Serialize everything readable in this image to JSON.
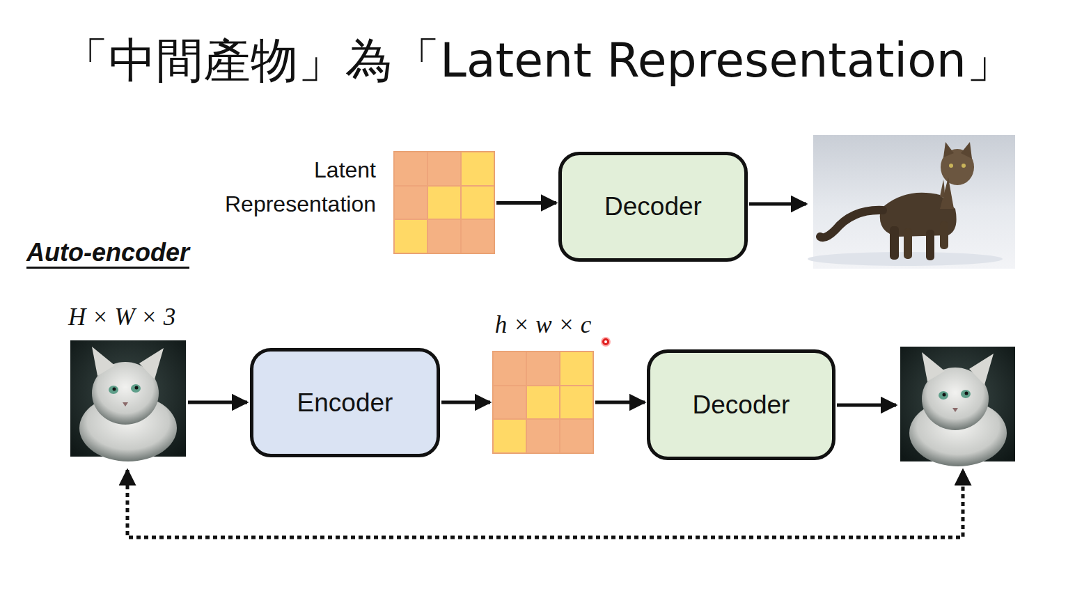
{
  "diagram": {
    "title": "「中間產物」為「Latent Representation」",
    "nodes": [
      {
        "text": [
          "Latent Representation"
        ]
      },
      {
        "text": [
          "Decoder"
        ]
      },
      {
        "text": [
          "Encoder"
        ]
      },
      {
        "text": [
          "h × w × c"
        ]
      },
      {
        "text": [
          "Decoder"
        ]
      }
    ],
    "edges": [
      {
        "from": 0,
        "to": 1,
        "arrow": "to"
      },
      {
        "from": 2,
        "to": 3,
        "arrow": "to"
      },
      {
        "from": 3,
        "to": 4,
        "arrow": "to"
      }
    ],
    "labels": [
      "Auto-encoder",
      "H × W × 3"
    ]
  }
}
